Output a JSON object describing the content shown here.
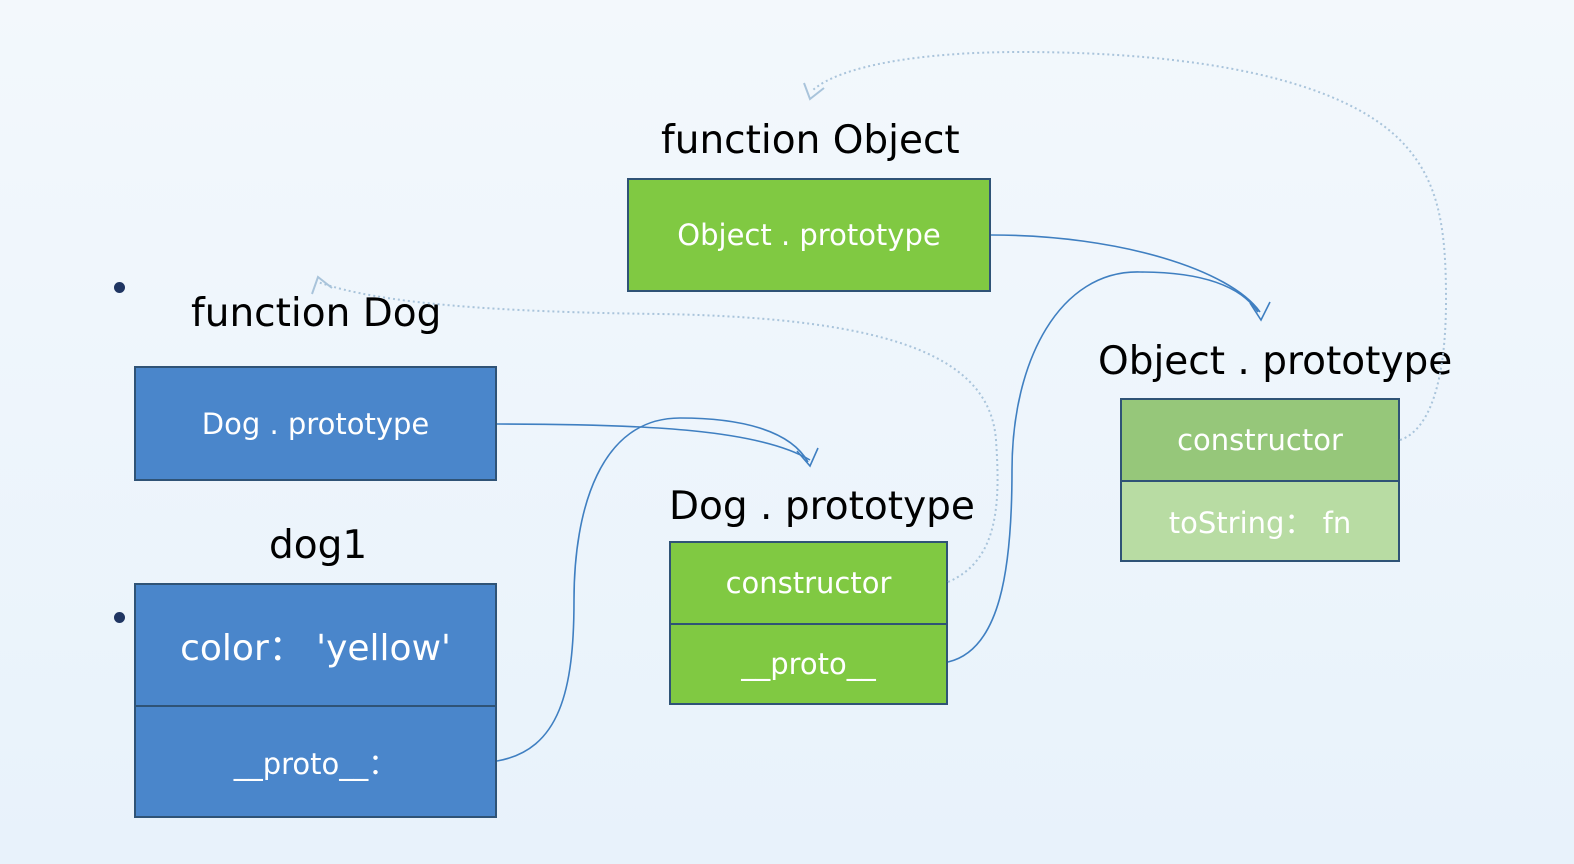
{
  "function_object": {
    "title": "function Object",
    "prototype_label": "Object . prototype"
  },
  "function_dog": {
    "title": "function Dog",
    "prototype_label": "Dog . prototype"
  },
  "dog1": {
    "title": "dog1",
    "color_field": "color： 'yellow'",
    "proto_field": "__proto__："
  },
  "dog_prototype": {
    "title": "Dog . prototype",
    "constructor_field": "constructor",
    "proto_field": "__proto__"
  },
  "object_prototype": {
    "title": "Object . prototype",
    "constructor_field": "constructor",
    "tostring_field": "toString： fn"
  },
  "colors": {
    "blue_box": "#4a86cb",
    "green_box": "#80c942",
    "arrow_blue": "#3f7fc1",
    "dotted_blue": "#a9c4db"
  }
}
